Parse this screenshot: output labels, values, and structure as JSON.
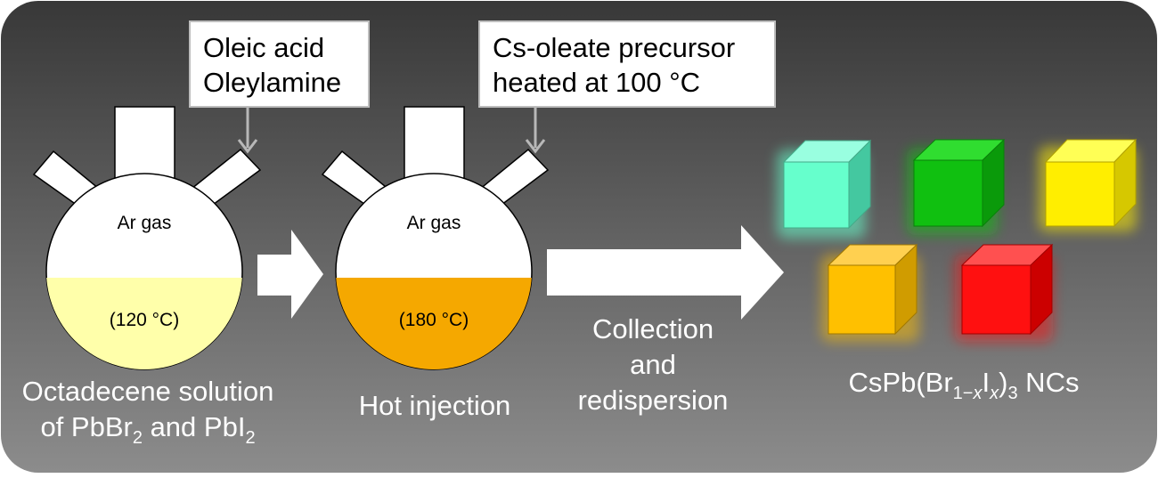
{
  "reagents": {
    "line1": "Oleic acid",
    "line2": "Oleylamine"
  },
  "precursor": {
    "line1": "Cs-oleate precursor",
    "line2": "heated at 100 °C"
  },
  "flask1": {
    "gas": "Ar gas",
    "temp": "(120 °C)",
    "caption_line1": "Octadecene solution",
    "caption_line2_a": "of PbBr",
    "caption_line2_sub1": "2",
    "caption_line2_b": " and PbI",
    "caption_line2_sub2": "2"
  },
  "flask2": {
    "gas": "Ar gas",
    "temp": "(180 °C)",
    "caption": "Hot injection"
  },
  "step": {
    "line1": "Collection",
    "line2": "and",
    "line3": "redispersion"
  },
  "product": {
    "a": "CsPb(Br",
    "sub_1": "1−",
    "sub_x1": "x",
    "b": "I",
    "sub_x2": "x",
    "c": ")",
    "sub_3": "3",
    "d": " NCs"
  },
  "colors": {
    "background_top": "#3a3a3a",
    "background_bottom": "#8a8a8a",
    "flask1_liquid": "#ffffaa",
    "flask2_liquid": "#f5a800",
    "cube_cyan": "#66ffcc",
    "cube_green": "#10c010",
    "cube_yellow": "#ffee00",
    "cube_orange": "#ffc000",
    "cube_red": "#ff1010"
  }
}
